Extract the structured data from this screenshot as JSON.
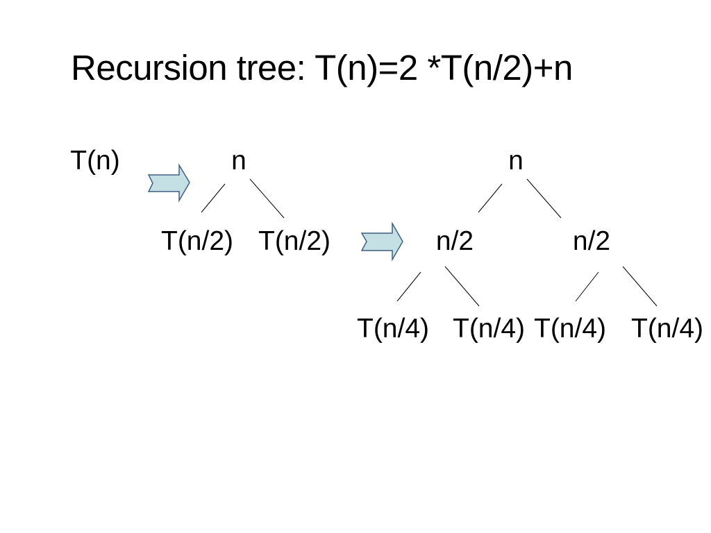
{
  "slide": {
    "title": "Recursion tree: T(n)=2 *T(n/2)+n"
  },
  "colors": {
    "arrow_fill": "#c5e0e5",
    "arrow_stroke": "#3f5e84",
    "edge_stroke": "#000000"
  },
  "diagram": {
    "start": {
      "label": "T(n)"
    },
    "step1": {
      "root": "n",
      "children": [
        "T(n/2)",
        "T(n/2)"
      ]
    },
    "step2": {
      "root": "n",
      "children": [
        "n/2",
        "n/2"
      ],
      "grandchildren": [
        "T(n/4)",
        "T(n/4)",
        "T(n/4)",
        "T(n/4)"
      ]
    },
    "arrows": [
      "right-arrow-icon",
      "right-arrow-icon"
    ]
  }
}
